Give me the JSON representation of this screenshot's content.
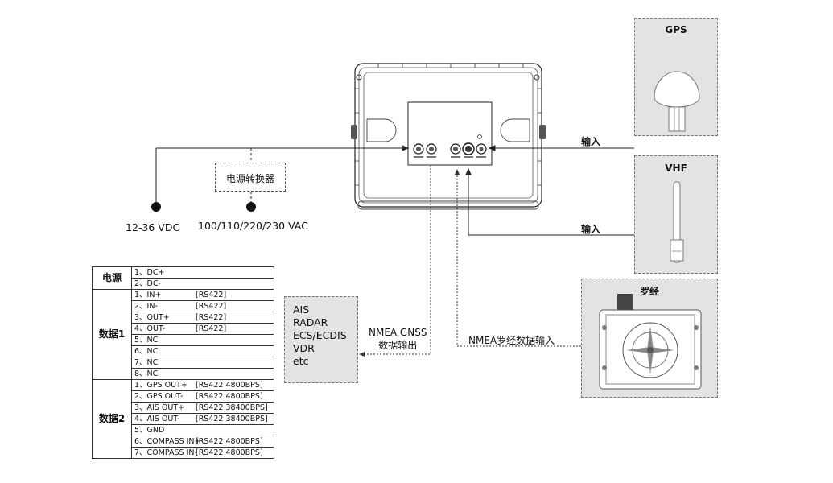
{
  "gps_box": {
    "title": "GPS",
    "input_label": "输入"
  },
  "vhf_box": {
    "title": "VHF",
    "input_label": "输入"
  },
  "compass_box": {
    "title": "罗经",
    "nmea_label": "NMEA罗经数据输入"
  },
  "power": {
    "converter_label": "电源转换器",
    "dc_label": "12-36 VDC",
    "ac_label": "100/110/220/230 VAC"
  },
  "output": {
    "label_line1": "NMEA GNSS",
    "label_line2": "数据输出",
    "targets": [
      "AIS",
      "RADAR",
      "ECS/ECDIS",
      "VDR",
      "etc"
    ]
  },
  "pin_table": {
    "groups": [
      {
        "name": "电源",
        "pins": [
          {
            "pin": "1、DC+",
            "note": ""
          },
          {
            "pin": "2、DC-",
            "note": ""
          }
        ]
      },
      {
        "name": "数据1",
        "pins": [
          {
            "pin": "1、IN+",
            "note": "[RS422]"
          },
          {
            "pin": "2、IN-",
            "note": "[RS422]"
          },
          {
            "pin": "3、OUT+",
            "note": "[RS422]"
          },
          {
            "pin": "4、OUT-",
            "note": "[RS422]"
          },
          {
            "pin": "5、NC",
            "note": ""
          },
          {
            "pin": "6、NC",
            "note": ""
          },
          {
            "pin": "7、NC",
            "note": ""
          },
          {
            "pin": "8、NC",
            "note": ""
          }
        ]
      },
      {
        "name": "数据2",
        "pins": [
          {
            "pin": "1、GPS OUT+",
            "note": "[RS422 4800BPS]"
          },
          {
            "pin": "2、GPS OUT-",
            "note": "[RS422 4800BPS]"
          },
          {
            "pin": "3、AIS OUT+",
            "note": "[RS422 38400BPS]"
          },
          {
            "pin": "4、AIS OUT-",
            "note": "[RS422 38400BPS]"
          },
          {
            "pin": "5、GND",
            "note": ""
          },
          {
            "pin": "6、COMPASS IN+",
            "note": "[RS422 4800BPS]"
          },
          {
            "pin": "7、COMPASS IN-",
            "note": "[RS422 4800BPS]"
          }
        ]
      }
    ]
  }
}
